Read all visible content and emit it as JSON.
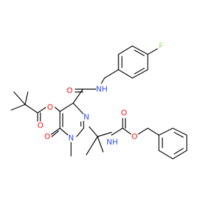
{
  "figure": {
    "type": "chemical-structure",
    "background": "#ffffff",
    "bond_color": "#000000"
  },
  "element_colors": {
    "C": "#000000",
    "N": "#3050f8",
    "O": "#ff0d0d",
    "F": "#90e050"
  },
  "atom_labels": [
    {
      "id": "fluorine",
      "text": "F",
      "element": "F"
    },
    {
      "id": "amide-nh",
      "text": "NH",
      "element": "N"
    },
    {
      "id": "amide-carbonyl-o",
      "text": "O",
      "element": "O"
    },
    {
      "id": "ester-o",
      "text": "O",
      "element": "O"
    },
    {
      "id": "ester-carbonyl-o",
      "text": "O",
      "element": "O"
    },
    {
      "id": "ring-n3",
      "text": "N",
      "element": "N"
    },
    {
      "id": "ring-n1",
      "text": "N",
      "element": "N"
    },
    {
      "id": "ring-keto-o",
      "text": "O",
      "element": "O"
    },
    {
      "id": "carbamate-carbonyl-o",
      "text": "O",
      "element": "O"
    },
    {
      "id": "carbamate-o",
      "text": "O",
      "element": "O"
    },
    {
      "id": "carbamate-nh",
      "text": "NH",
      "element": "N"
    }
  ]
}
